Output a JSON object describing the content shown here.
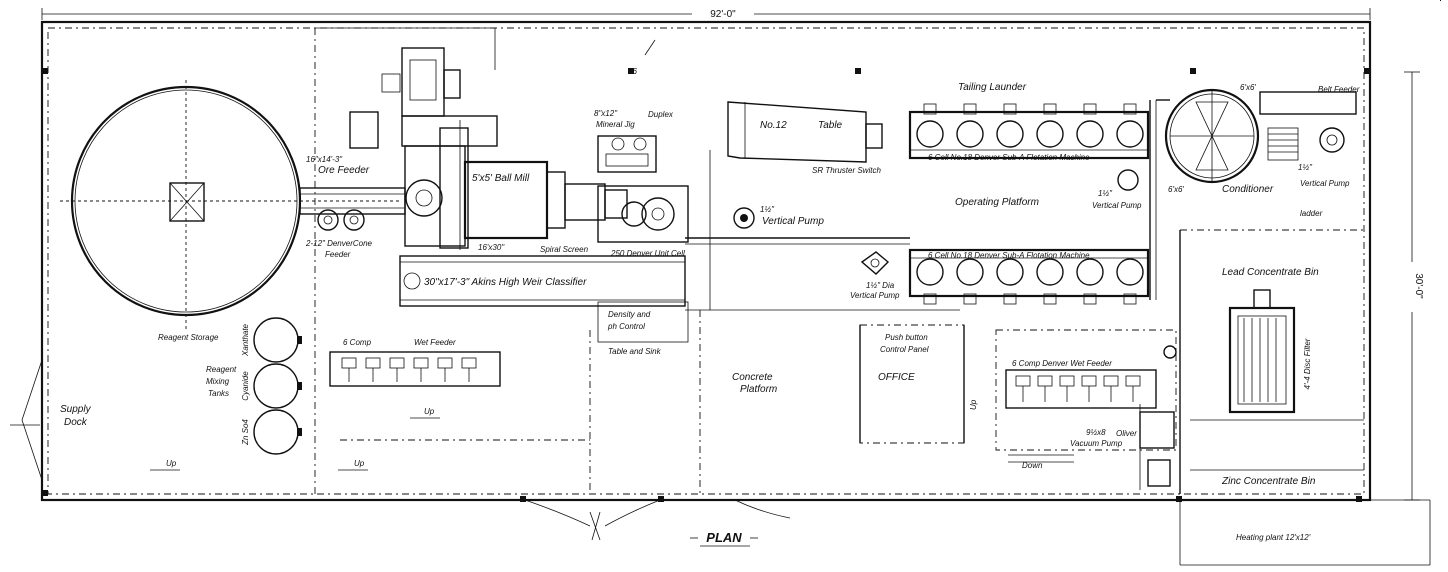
{
  "drawing": {
    "title": "PLAN",
    "dim_length": "92'-0\"",
    "dim_width": "30'-0\""
  },
  "labels": {
    "ore_feeder_size": "16\"x14'-3\"",
    "ore_feeder": "Ore Feeder",
    "cone_feeder_1": "2-12\" DenverCone",
    "cone_feeder_2": "Feeder",
    "ball_mill_size": "5'x5' Ball Mill",
    "ball_mill_bearing": "16'x30\"",
    "spiral_screen": "Spiral Screen",
    "unit_cell": "250 Denver Unit Cell",
    "classifier": "30\"x17'-3\" Akins High Weir Classifier",
    "mineral_jig_size": "8\"x12\"",
    "mineral_jig": "Mineral Jig",
    "duplex": "Duplex",
    "table_no": "No.12",
    "table": "Table",
    "sr_thruster": "SR Thruster Switch",
    "vertical_pump_1": "Vertical Pump",
    "vertical_pump_1_size": "1½\"",
    "density_1": "Density and",
    "density_2": "ph Control",
    "table_sink": "Table and Sink",
    "tailing_launder": "Tailing Launder",
    "flotation_upper": "6 Cell No.18 Denver Sub-A Flotation Machine",
    "flotation_lower": "6 Cell No.18 Denver Sub-A Flotation Machine",
    "operating_platform": "Operating Platform",
    "vertical_pump_2": "Vertical Pump",
    "vertical_pump_2_size": "1½\"",
    "vertical_pump_3": "Vertical Pump",
    "vertical_pump_3_size": "1½\" Dia",
    "vertical_pump_4": "Vertical Pump",
    "vertical_pump_4_size": "1½\"",
    "conditioner_size": "6'x6'",
    "conditioner": "Conditioner",
    "conditioner_top": "6'x6'",
    "belt_feeder": "Belt Feeder",
    "ladder": "ladder",
    "lead_bin": "Lead Concentrate Bin",
    "disc_filter": "4'-4 Disc Filter",
    "zinc_bin": "Zinc Concentrate Bin",
    "heating_plant": "Heating plant 12'x12'",
    "reagent_storage": "Reagent Storage",
    "reagent_mixing_1": "Reagent",
    "reagent_mixing_2": "Mixing",
    "reagent_mixing_3": "Tanks",
    "tank_xanthate": "Xanthate",
    "tank_cyanide": "Cyanide",
    "tank_zn": "Zn So4",
    "wet_feeder_1_comp": "6 Comp",
    "wet_feeder_1": "Wet Feeder",
    "wet_feeder_2": "6 Comp Denver Wet Feeder",
    "supply_dock_1": "Supply",
    "supply_dock_2": "Dock",
    "concrete_1": "Concrete",
    "concrete_2": "Platform",
    "push_button_1": "Push button",
    "push_button_2": "Control Panel",
    "office": "OFFICE",
    "vacuum_size": "9½x8",
    "vacuum_brand": "Oliver",
    "vacuum": "Vacuum Pump",
    "up_1": "Up",
    "up_2": "Up",
    "up_3": "Up",
    "up_4": "Up",
    "down": "Down",
    "mark_16": "16"
  }
}
